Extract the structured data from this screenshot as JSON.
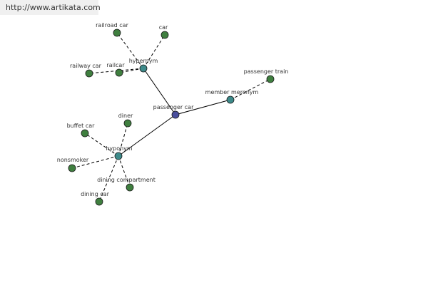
{
  "watermark": "http://www.artikata.com",
  "colors": {
    "center": "#4a4f9e",
    "relation": "#3d8a8a",
    "leaf": "#3f7f3f",
    "edge": "#000000"
  },
  "nodes": {
    "passenger_car": {
      "label": "passenger car",
      "kind": "center"
    },
    "hypernym": {
      "label": "hypernym",
      "kind": "relation"
    },
    "hyponym": {
      "label": "hyponym",
      "kind": "relation"
    },
    "member_meronym": {
      "label": "member meronym",
      "kind": "relation"
    },
    "railroad_car": {
      "label": "railroad car",
      "kind": "leaf"
    },
    "car": {
      "label": "car",
      "kind": "leaf"
    },
    "railway_car": {
      "label": "railway car",
      "kind": "leaf"
    },
    "railcar": {
      "label": "railcar",
      "kind": "leaf"
    },
    "passenger_train": {
      "label": "passenger train",
      "kind": "leaf"
    },
    "diner": {
      "label": "diner",
      "kind": "leaf"
    },
    "buffet_car": {
      "label": "buffet car",
      "kind": "leaf"
    },
    "nonsmoker": {
      "label": "nonsmoker",
      "kind": "leaf"
    },
    "dining_compartment": {
      "label": "dining compartment",
      "kind": "leaf"
    },
    "dining_car": {
      "label": "dining car",
      "kind": "leaf"
    }
  },
  "edges": [
    {
      "from": "passenger_car",
      "to": "hypernym",
      "style": "solid"
    },
    {
      "from": "passenger_car",
      "to": "hyponym",
      "style": "solid"
    },
    {
      "from": "passenger_car",
      "to": "member_meronym",
      "style": "solid"
    },
    {
      "from": "hypernym",
      "to": "railroad_car",
      "style": "dashed"
    },
    {
      "from": "hypernym",
      "to": "car",
      "style": "dashed"
    },
    {
      "from": "hypernym",
      "to": "railway_car",
      "style": "dashed"
    },
    {
      "from": "hypernym",
      "to": "railcar",
      "style": "dashed"
    },
    {
      "from": "member_meronym",
      "to": "passenger_train",
      "style": "dashed"
    },
    {
      "from": "hyponym",
      "to": "diner",
      "style": "dashed"
    },
    {
      "from": "hyponym",
      "to": "buffet_car",
      "style": "dashed"
    },
    {
      "from": "hyponym",
      "to": "nonsmoker",
      "style": "dashed"
    },
    {
      "from": "hyponym",
      "to": "dining_compartment",
      "style": "dashed"
    },
    {
      "from": "hyponym",
      "to": "dining_car",
      "style": "dashed"
    }
  ]
}
